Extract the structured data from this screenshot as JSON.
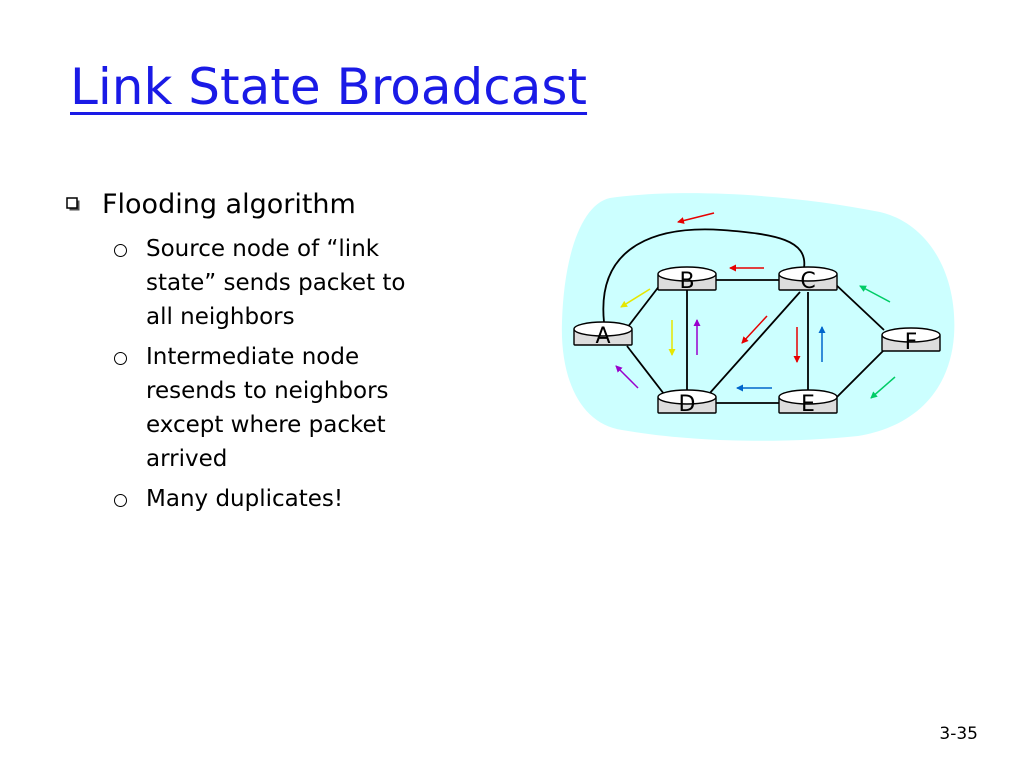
{
  "slide": {
    "title": "Link State Broadcast",
    "bullets": [
      {
        "text": "Flooding algorithm",
        "subitems": [
          {
            "lines": [
              "Source node of “link",
              "state” sends packet to",
              "all neighbors"
            ]
          },
          {
            "lines": [
              "Intermediate node",
              "resends to neighbors",
              "except where packet",
              "arrived"
            ]
          },
          {
            "lines": [
              "Many duplicates!"
            ]
          }
        ]
      }
    ],
    "page_number": "3-35"
  },
  "diagram": {
    "cloud_color": "#ccffff",
    "nodes": {
      "A": "A",
      "B": "B",
      "C": "C",
      "D": "D",
      "E": "E",
      "F": "F"
    },
    "arrow_colors": {
      "red": "#e60000",
      "yellow": "#e6e600",
      "purple": "#9900cc",
      "blue": "#0066cc",
      "green": "#00cc66"
    }
  }
}
